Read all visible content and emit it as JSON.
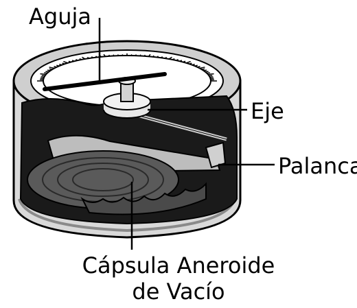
{
  "labels": {
    "needle": "Aguja",
    "axis": "Eje",
    "lever": "Palanca",
    "capsule_line1": "Cápsula Aneroide",
    "capsule_line2": "de Vacío"
  },
  "colors": {
    "ink": "#000000",
    "housing": "#d9d9d9",
    "housing_dark": "#8a8a8a",
    "interior": "#1a1a1a",
    "capsule": "#5a5a5a",
    "dial": "#ffffff"
  }
}
